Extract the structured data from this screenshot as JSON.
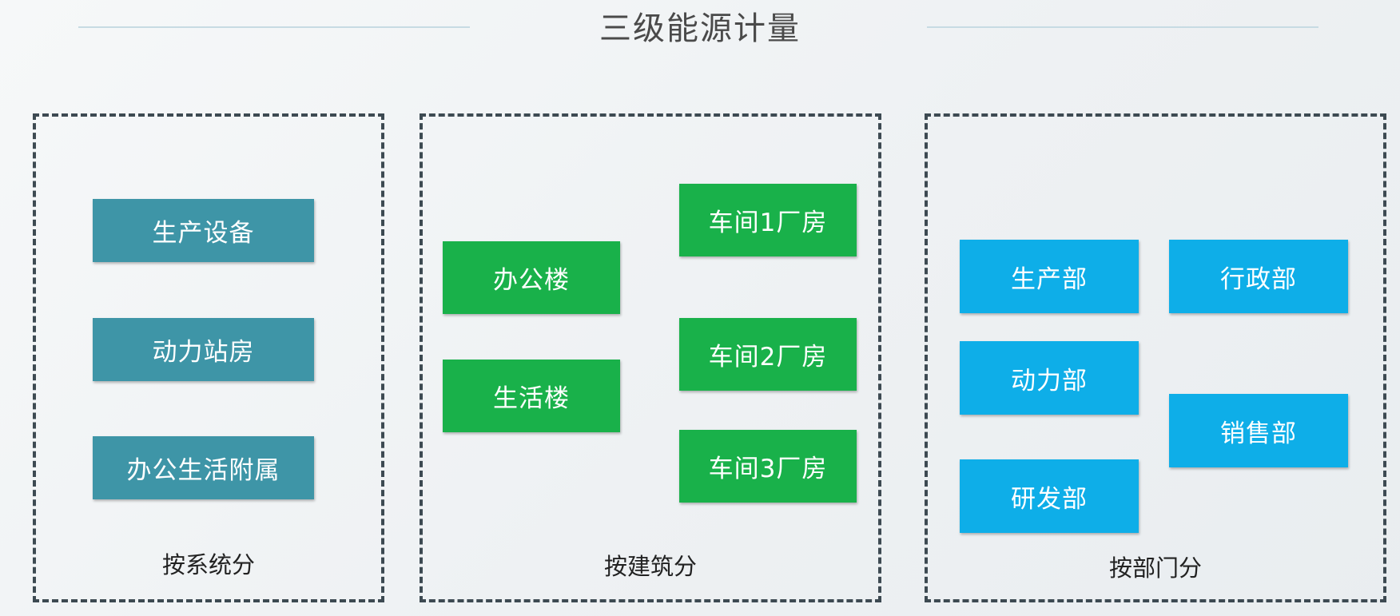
{
  "title": "三级能源计量",
  "colors": {
    "system": "#3e95a7",
    "building": "#19b14a",
    "department": "#0eaee8"
  },
  "groups": {
    "system": {
      "label": "按系统分",
      "items": [
        "生产设备",
        "动力站房",
        "办公生活附属"
      ]
    },
    "building": {
      "label": "按建筑分",
      "items": [
        "办公楼",
        "生活楼",
        "车间1厂房",
        "车间2厂房",
        "车间3厂房"
      ]
    },
    "department": {
      "label": "按部门分",
      "items": [
        "生产部",
        "动力部",
        "研发部",
        "行政部",
        "销售部"
      ]
    }
  }
}
